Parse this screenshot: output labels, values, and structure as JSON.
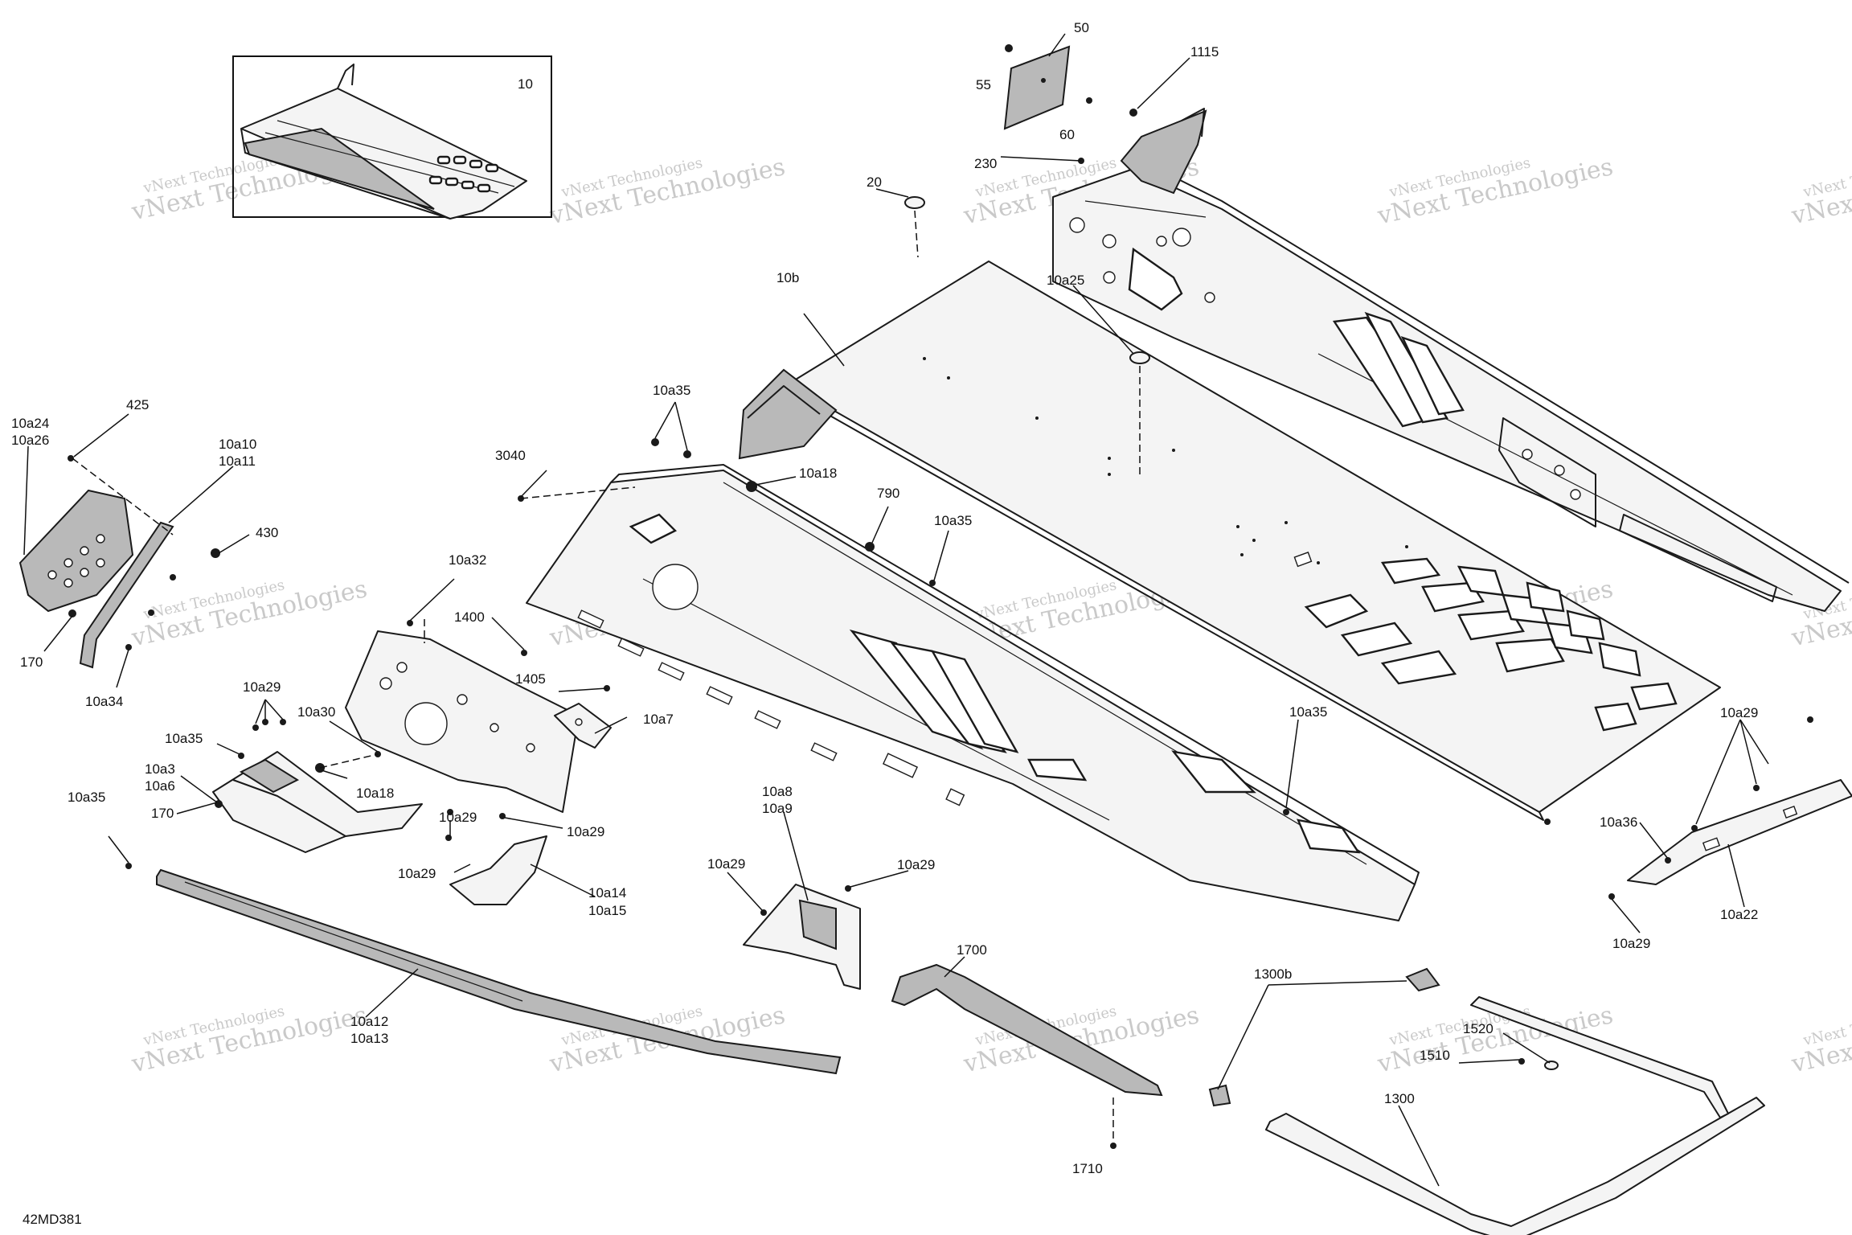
{
  "diagram_code": "42MD381",
  "watermark": {
    "line1": "vNext Technologies",
    "line2": "vNext Technologies"
  },
  "inset_label": "10",
  "callouts": [
    {
      "id": "c-50",
      "text": "50"
    },
    {
      "id": "c-55",
      "text": "55"
    },
    {
      "id": "c-60",
      "text": "60"
    },
    {
      "id": "c-1115",
      "text": "1115"
    },
    {
      "id": "c-230",
      "text": "230"
    },
    {
      "id": "c-20",
      "text": "20"
    },
    {
      "id": "c-10b",
      "text": "10b"
    },
    {
      "id": "c-10a25",
      "text": "10a25"
    },
    {
      "id": "c-10a35-top",
      "text": "10a35"
    },
    {
      "id": "c-3040",
      "text": "3040"
    },
    {
      "id": "c-10a18-top",
      "text": "10a18"
    },
    {
      "id": "c-790",
      "text": "790"
    },
    {
      "id": "c-10a35-mid",
      "text": "10a35"
    },
    {
      "id": "c-425",
      "text": "425"
    },
    {
      "id": "c-10a24",
      "text": "10a24"
    },
    {
      "id": "c-10a26",
      "text": "10a26"
    },
    {
      "id": "c-10a10",
      "text": "10a10"
    },
    {
      "id": "c-10a11",
      "text": "10a11"
    },
    {
      "id": "c-430",
      "text": "430"
    },
    {
      "id": "c-170-left",
      "text": "170"
    },
    {
      "id": "c-10a34",
      "text": "10a34"
    },
    {
      "id": "c-10a32",
      "text": "10a32"
    },
    {
      "id": "c-1400",
      "text": "1400"
    },
    {
      "id": "c-1405",
      "text": "1405"
    },
    {
      "id": "c-10a7",
      "text": "10a7"
    },
    {
      "id": "c-10a29-a",
      "text": "10a29"
    },
    {
      "id": "c-10a30",
      "text": "10a30"
    },
    {
      "id": "c-10a35-left",
      "text": "10a35"
    },
    {
      "id": "c-10a3",
      "text": "10a3"
    },
    {
      "id": "c-10a6",
      "text": "10a6"
    },
    {
      "id": "c-10a18-low",
      "text": "10a18"
    },
    {
      "id": "c-10a35-far",
      "text": "10a35"
    },
    {
      "id": "c-170-low",
      "text": "170"
    },
    {
      "id": "c-10a29-b",
      "text": "10a29"
    },
    {
      "id": "c-10a29-c",
      "text": "10a29"
    },
    {
      "id": "c-10a29-d",
      "text": "10a29"
    },
    {
      "id": "c-10a14",
      "text": "10a14"
    },
    {
      "id": "c-10a15",
      "text": "10a15"
    },
    {
      "id": "c-10a12",
      "text": "10a12"
    },
    {
      "id": "c-10a13",
      "text": "10a13"
    },
    {
      "id": "c-10a8",
      "text": "10a8"
    },
    {
      "id": "c-10a9",
      "text": "10a9"
    },
    {
      "id": "c-10a29-e",
      "text": "10a29"
    },
    {
      "id": "c-10a29-f",
      "text": "10a29"
    },
    {
      "id": "c-1700",
      "text": "1700"
    },
    {
      "id": "c-1710",
      "text": "1710"
    },
    {
      "id": "c-10a35-right",
      "text": "10a35"
    },
    {
      "id": "c-10a29-g",
      "text": "10a29"
    },
    {
      "id": "c-10a36",
      "text": "10a36"
    },
    {
      "id": "c-10a22",
      "text": "10a22"
    },
    {
      "id": "c-10a29-h",
      "text": "10a29"
    },
    {
      "id": "c-1300b",
      "text": "1300b"
    },
    {
      "id": "c-1510",
      "text": "1510"
    },
    {
      "id": "c-1520",
      "text": "1520"
    },
    {
      "id": "c-1300",
      "text": "1300"
    }
  ]
}
